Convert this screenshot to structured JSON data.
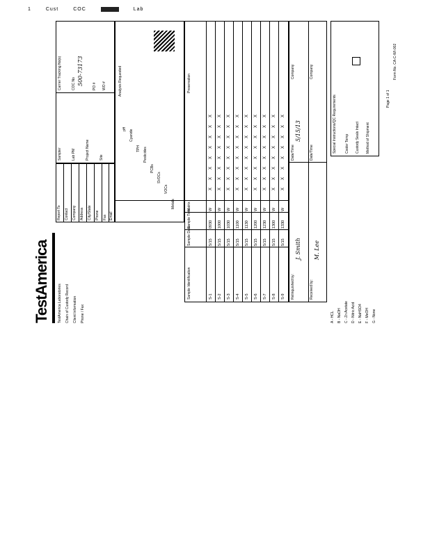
{
  "scan_header": [
    "1",
    "Cust",
    "COC",
    "Lab"
  ],
  "lab": {
    "logo": "TestAmerica",
    "address": [
      "TestAmerica Laboratories",
      "Chain of Custody Record",
      "Client Information",
      "Phone / Fax"
    ]
  },
  "client_info": {
    "labels": [
      "Report To",
      "Contact",
      "Company",
      "Address",
      "City/State",
      "Phone",
      "Fax",
      "Email"
    ],
    "values": [
      "",
      "",
      "",
      "",
      "",
      "",
      "",
      ""
    ]
  },
  "project": {
    "labels": [
      "Sampler",
      "Lab PM",
      "Carrier Tracking No(s)",
      "COC No",
      "Project Name",
      "Site",
      "PO #",
      "WO #"
    ],
    "coc_number": "500-73173",
    "page": "Page 1 of 1"
  },
  "analysis_columns": [
    "Analysis Requested",
    "Metals",
    "VOCs",
    "SVOCs",
    "PCBs",
    "Pesticides",
    "TPH",
    "Cyanide",
    "pH"
  ],
  "table_headers": [
    "Sample Identification",
    "Sample Date",
    "Sample Time",
    "Matrix",
    "Preservation"
  ],
  "samples": [
    {
      "id": "S-1",
      "date": "5/15",
      "time": "0930",
      "matrix": "W"
    },
    {
      "id": "S-2",
      "date": "5/15",
      "time": "1000",
      "matrix": "W"
    },
    {
      "id": "S-3",
      "date": "5/15",
      "time": "1030",
      "matrix": "W"
    },
    {
      "id": "S-4",
      "date": "5/15",
      "time": "1100",
      "matrix": "W"
    },
    {
      "id": "S-5",
      "date": "5/15",
      "time": "1130",
      "matrix": "W"
    },
    {
      "id": "S-6",
      "date": "5/15",
      "time": "1200",
      "matrix": "W"
    },
    {
      "id": "S-7",
      "date": "5/15",
      "time": "1230",
      "matrix": "W"
    },
    {
      "id": "S-8",
      "date": "5/15",
      "time": "1300",
      "matrix": "W"
    },
    {
      "id": "S-9",
      "date": "5/15",
      "time": "1330",
      "matrix": "W"
    }
  ],
  "mark": "X",
  "custody": {
    "labels": [
      "Relinquished by:",
      "Received by:",
      "Date/Time",
      "Company"
    ],
    "signatures": [
      "J. Smith",
      "M. Lee",
      "5/15/13"
    ]
  },
  "preservation_codes": [
    "A - HCL",
    "B - NaOH",
    "C - Zn Acetate",
    "D - Nitric Acid",
    "E - NaHSO4",
    "F - MeOH",
    "G - None"
  ],
  "remarks": {
    "labels": [
      "Special Instructions/QC Requirements",
      "Cooler Temp",
      "Custody Seals Intact",
      "Method of Shipment"
    ]
  },
  "footer": "Form No. CA-C-WI-002"
}
